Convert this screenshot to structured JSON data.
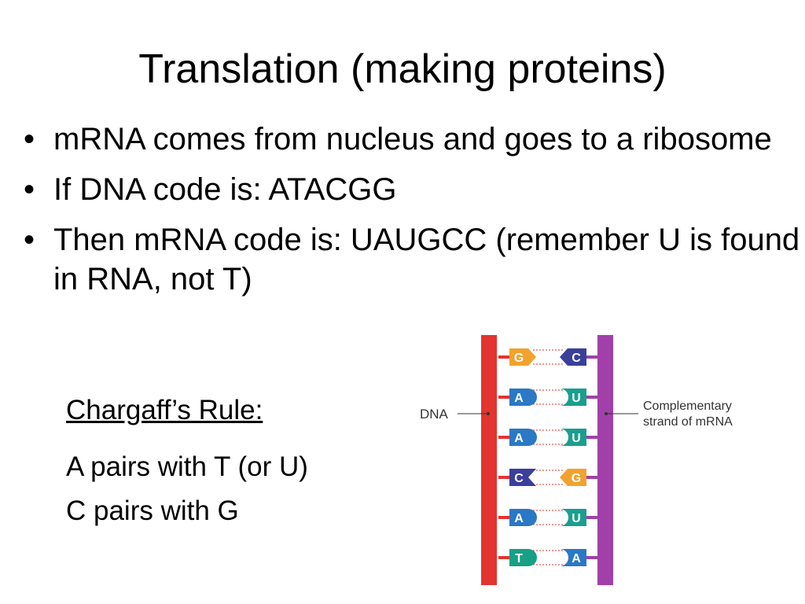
{
  "slide": {
    "title": "Translation (making proteins)",
    "bullets": [
      "mRNA comes from nucleus and goes to a ribosome",
      "If DNA code is: ATACGG",
      "Then mRNA code is: UAUGCC (remember U is found in RNA, not T)"
    ],
    "bullet_symbol": "•"
  },
  "rule": {
    "heading": "Chargaff’s Rule:",
    "line1": "A pairs with T (or U)",
    "line2": "C pairs with G"
  },
  "diagram": {
    "dna_label": "DNA",
    "mrna_label_line1": "Complementary",
    "mrna_label_line2": "strand of mRNA",
    "colors": {
      "dna_strand": "#e3342f",
      "mrna_strand": "#a040a8",
      "A": "#2b78c5",
      "C": "#3a3f9c",
      "G": "#f2a22e",
      "T": "#16a085",
      "U": "#1a9f8e"
    },
    "pairs": [
      {
        "left": "G",
        "right": "C"
      },
      {
        "left": "A",
        "right": "U"
      },
      {
        "left": "A",
        "right": "U"
      },
      {
        "left": "C",
        "right": "G"
      },
      {
        "left": "A",
        "right": "U"
      },
      {
        "left": "T",
        "right": "A"
      }
    ]
  }
}
